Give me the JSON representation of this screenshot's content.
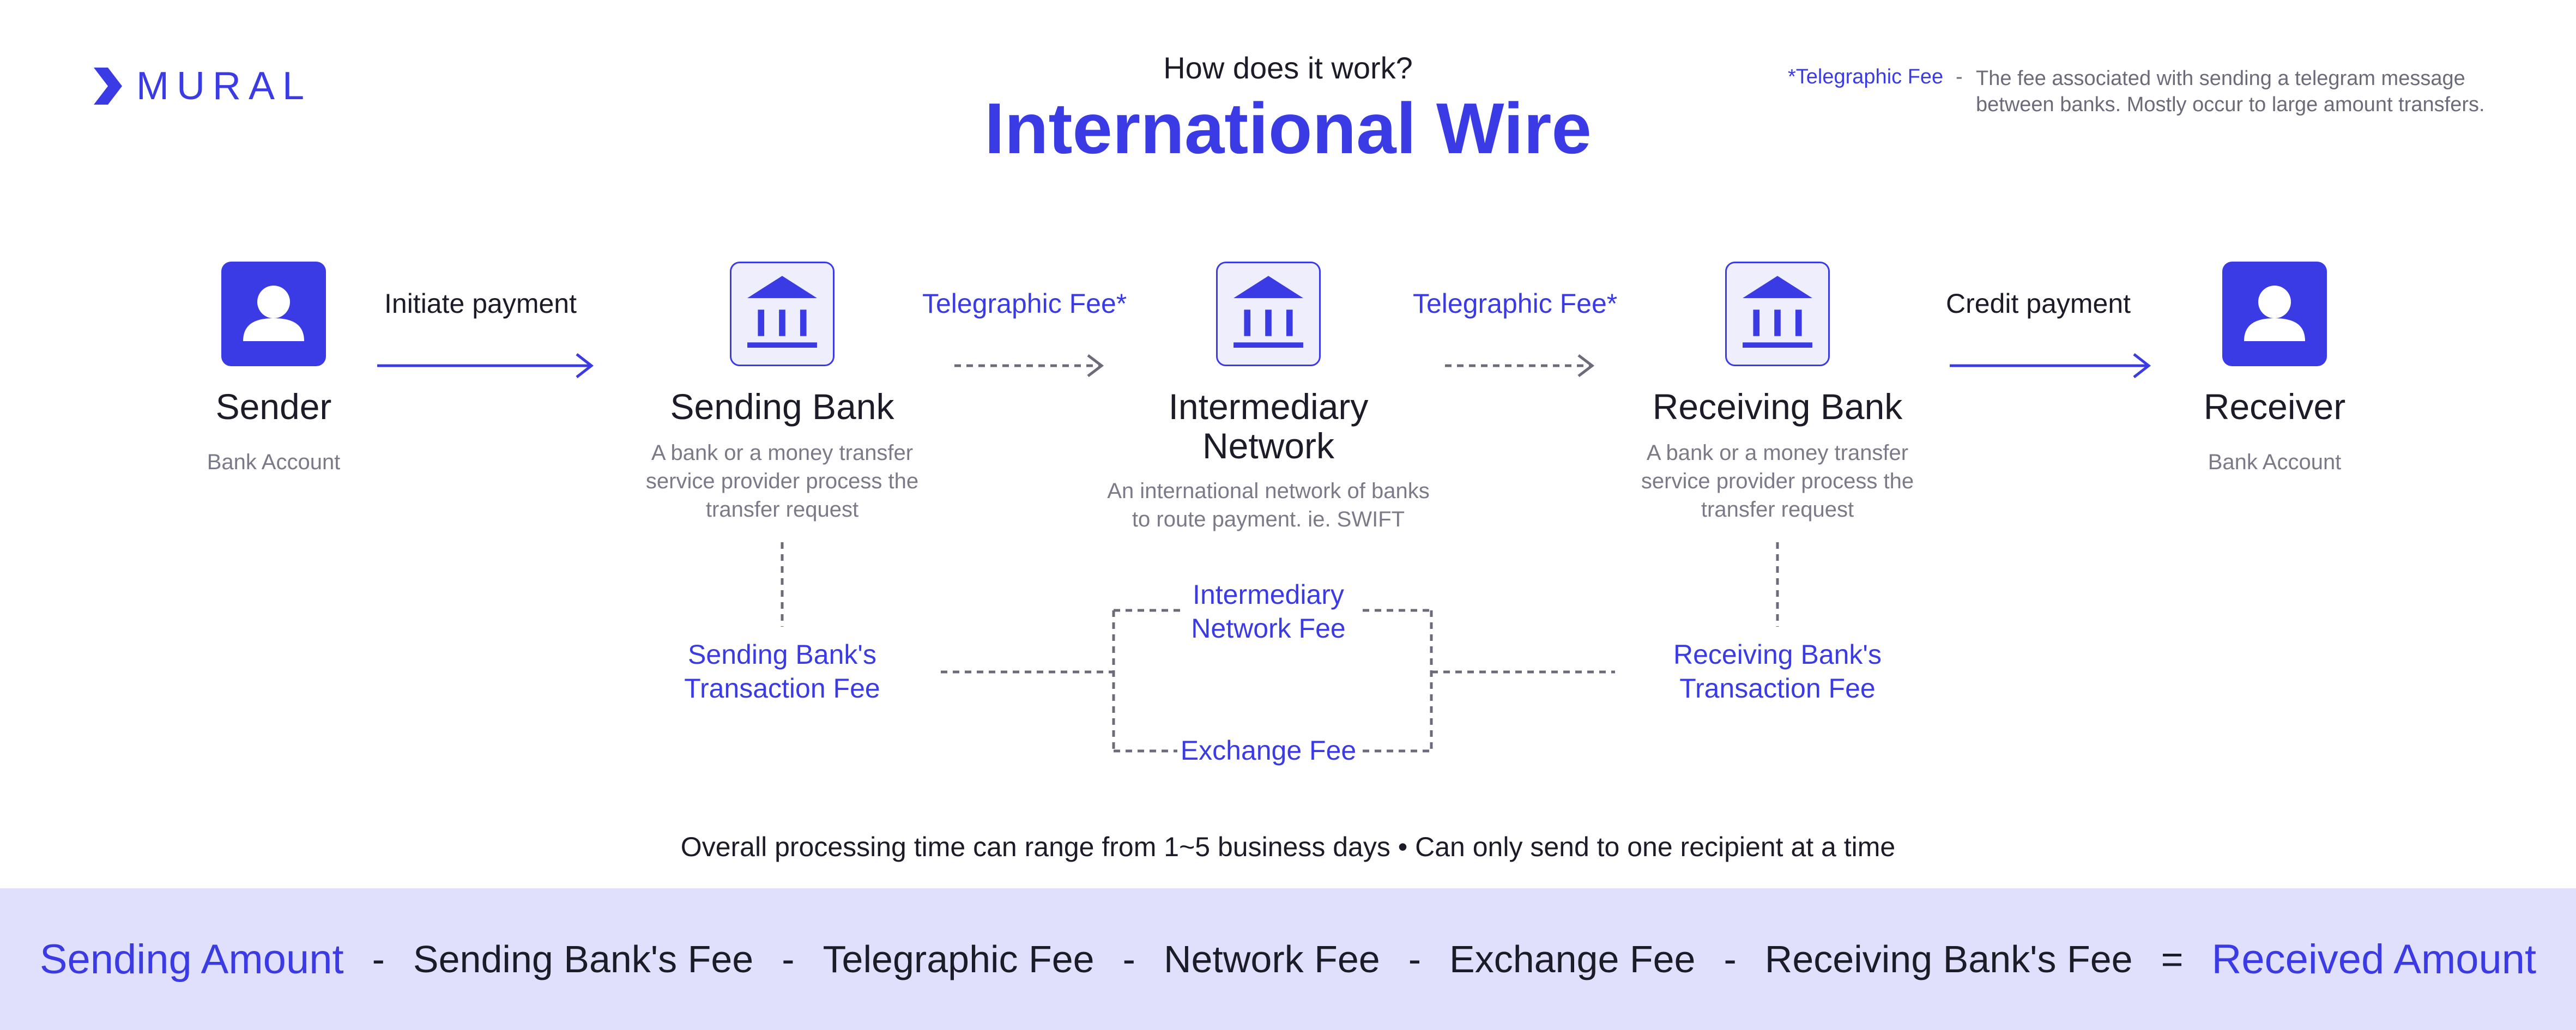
{
  "brand": {
    "name": "MURAL",
    "color": "#3b3be6"
  },
  "header": {
    "subtitle": "How does it work?",
    "title": "International Wire"
  },
  "footnote": {
    "term": "*Telegraphic Fee",
    "dash": "-",
    "desc_line1": "The fee associated with sending a telegram message",
    "desc_line2": "between banks. Mostly occur to large amount transfers."
  },
  "nodes": [
    {
      "icon": "person-icon",
      "title": "Sender",
      "desc": [
        "Bank Account"
      ]
    },
    {
      "icon": "bank-icon",
      "title": "Sending Bank",
      "desc": [
        "A bank or a money transfer",
        "service provider process the",
        "transfer request"
      ]
    },
    {
      "icon": "bank-icon",
      "title_line1": "Intermediary",
      "title_line2": "Network",
      "desc": [
        "An international network of banks",
        "to route payment. ie. SWIFT"
      ]
    },
    {
      "icon": "bank-icon",
      "title": "Receiving Bank",
      "desc": [
        "A bank or a money transfer",
        "service provider process the",
        "transfer request"
      ]
    },
    {
      "icon": "person-icon",
      "title": "Receiver",
      "desc": [
        "Bank Account"
      ]
    }
  ],
  "flows": [
    {
      "label": "Initiate payment",
      "style": "solid"
    },
    {
      "label": "Telegraphic Fee*",
      "style": "dashed"
    },
    {
      "label": "Telegraphic Fee*",
      "style": "dashed"
    },
    {
      "label": "Credit payment",
      "style": "solid"
    }
  ],
  "fees": {
    "sending_bank": [
      "Sending Bank's",
      "Transaction Fee"
    ],
    "intermediary": [
      "Intermediary",
      "Network Fee"
    ],
    "exchange": "Exchange Fee",
    "receiving_bank": [
      "Receiving Bank's",
      "Transaction Fee"
    ]
  },
  "processing_note": "Overall processing time can range from 1~5 business days • Can only send to one recipient at a time",
  "formula": {
    "terms": [
      "Sending Amount",
      "Sending Bank's Fee",
      "Telegraphic Fee",
      "Network Fee",
      "Exchange Fee",
      "Receiving Bank's Fee",
      "Received Amount"
    ],
    "minus": "-",
    "equals": "="
  },
  "colors": {
    "accent": "#3b3be6",
    "text": "#1c1c28",
    "muted": "#7a7a88",
    "banner": "#e0e0fc",
    "icon_bg_light": "#eeeefd",
    "dashed_line": "#6b6b7a"
  }
}
